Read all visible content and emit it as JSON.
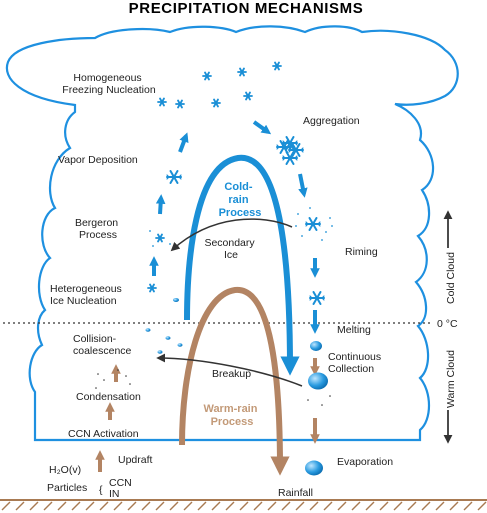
{
  "title": "PRECIPITATION MECHANISMS",
  "colors": {
    "cloud_outline": "#1e90e0",
    "cold_arrow": "#1a8fd6",
    "warm_arrow": "#b38463",
    "dark_arrow": "#333333",
    "ground": "#a87a52"
  },
  "labels": {
    "homogeneous_1": "Homogeneous",
    "homogeneous_2": "Freezing Nucleation",
    "aggregation": "Aggregation",
    "vapor_deposition": "Vapor Deposition",
    "bergeron_1": "Bergeron",
    "bergeron_2": "Process",
    "secondary_1": "Secondary",
    "secondary_2": "Ice",
    "riming": "Riming",
    "heterogeneous_1": "Heterogeneous",
    "heterogeneous_2": "Ice Nucleation",
    "melting": "Melting",
    "zero_c": "0 °C",
    "collision_1": "Collision-",
    "collision_2": "coalescence",
    "continuous_1": "Continuous",
    "continuous_2": "Collection",
    "breakup": "Breakup",
    "condensation": "Condensation",
    "ccn_activation": "CCN Activation",
    "updraft": "Updraft",
    "h2o": "H₂O(v)",
    "particles": "Particles",
    "ccn": "CCN",
    "in": "IN",
    "evaporation": "Evaporation",
    "rainfall": "Rainfall",
    "cold_cloud": "Cold Cloud",
    "warm_cloud": "Warm Cloud",
    "cold_rain_1": "Cold-",
    "cold_rain_2": "rain",
    "cold_rain_3": "Process",
    "warm_rain_1": "Warm-rain",
    "warm_rain_2": "Process"
  }
}
